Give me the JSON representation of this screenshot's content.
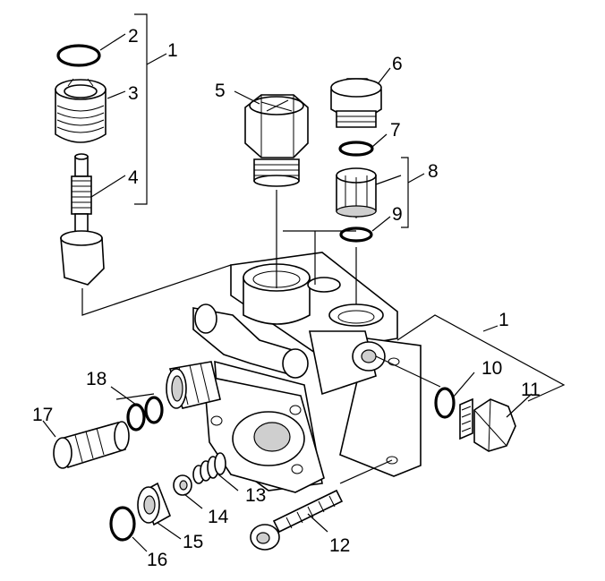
{
  "diagram": {
    "callouts": {
      "c1a": "1",
      "c2": "2",
      "c3": "3",
      "c4": "4",
      "c5": "5",
      "c6": "6",
      "c7": "7",
      "c8": "8",
      "c9": "9",
      "c1b": "1",
      "c10": "10",
      "c11": "11",
      "c12": "12",
      "c13": "13",
      "c14": "14",
      "c15": "15",
      "c16": "16",
      "c17": "17",
      "c18": "18"
    }
  }
}
